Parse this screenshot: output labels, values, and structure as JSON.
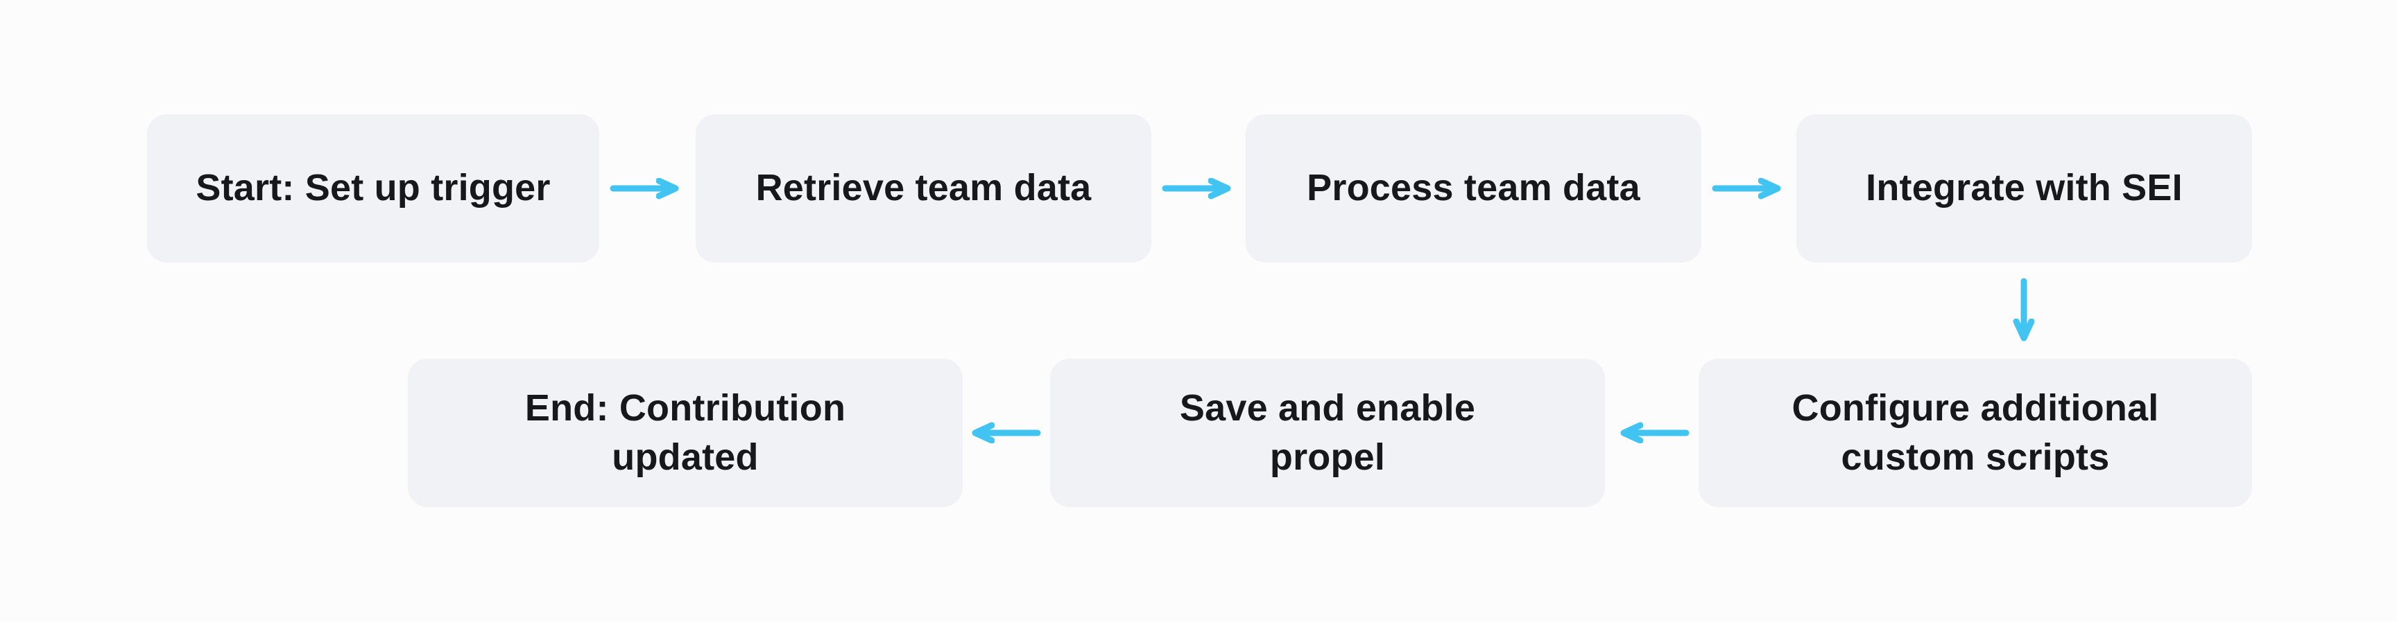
{
  "diagram": {
    "type": "flowchart",
    "colors": {
      "background": "#fcfcfc",
      "node_background": "#f1f2f6",
      "node_text": "#17181c",
      "arrow": "#41c4f1"
    },
    "nodes": [
      {
        "id": "start",
        "label": "Start: Set up trigger"
      },
      {
        "id": "retrieve",
        "label": "Retrieve team data"
      },
      {
        "id": "process",
        "label": "Process team data"
      },
      {
        "id": "integrate",
        "label": "Integrate with SEI"
      },
      {
        "id": "configure",
        "label": "Configure additional custom scripts"
      },
      {
        "id": "save",
        "label": "Save and enable propel"
      },
      {
        "id": "end",
        "label": "End: Contribution updated"
      }
    ],
    "edges": [
      {
        "from": "start",
        "to": "retrieve",
        "direction": "right"
      },
      {
        "from": "retrieve",
        "to": "process",
        "direction": "right"
      },
      {
        "from": "process",
        "to": "integrate",
        "direction": "right"
      },
      {
        "from": "integrate",
        "to": "configure",
        "direction": "down"
      },
      {
        "from": "configure",
        "to": "save",
        "direction": "left"
      },
      {
        "from": "save",
        "to": "end",
        "direction": "left"
      }
    ]
  }
}
